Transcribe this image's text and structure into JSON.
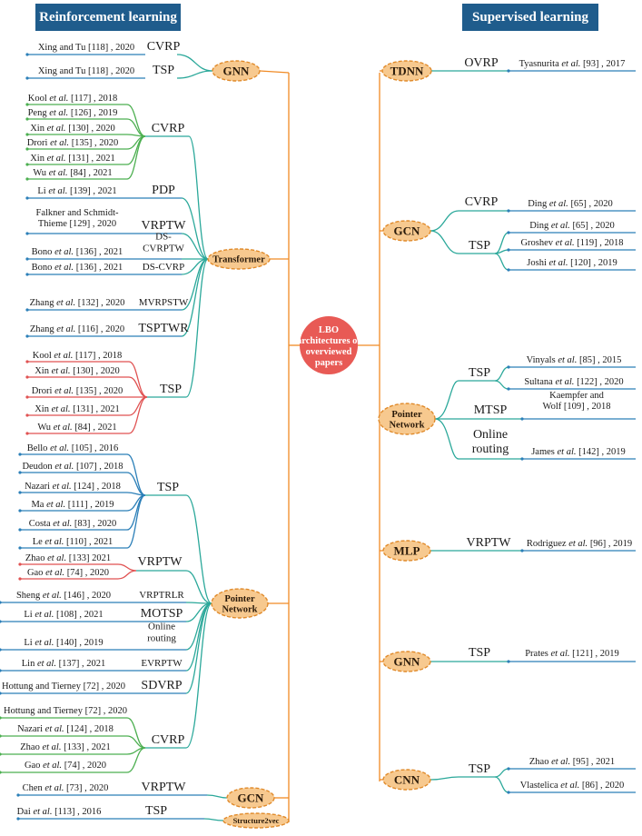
{
  "headers": {
    "left": "Reinforcement learning",
    "right": "Supervised learning"
  },
  "center": {
    "lines": [
      "LBO",
      "architectures of",
      "overviewed",
      "papers"
    ]
  },
  "colors": {
    "orange": "#f08a24",
    "node_fill": "#f7c98f",
    "node_stroke": "#e08a2a",
    "blue": "#2b7fb8",
    "green": "#4caf50",
    "red": "#e05252",
    "teal": "#2ba89a",
    "header": "#1f5c8c",
    "center": "#e85a55"
  },
  "nodes": [
    {
      "id": "gnn_l",
      "label": "GNN"
    },
    {
      "id": "transformer",
      "label": "Transformer"
    },
    {
      "id": "pointer_l",
      "label": "Pointer Network"
    },
    {
      "id": "gcn_l",
      "label": "GCN"
    },
    {
      "id": "s2v",
      "label": "Structure2vec"
    },
    {
      "id": "tdnn",
      "label": "TDNN"
    },
    {
      "id": "gcn_r",
      "label": "GCN"
    },
    {
      "id": "pointer_r",
      "label": "Pointer Network"
    },
    {
      "id": "mlp",
      "label": "MLP"
    },
    {
      "id": "gnn_r",
      "label": "GNN"
    },
    {
      "id": "cnn",
      "label": "CNN"
    }
  ],
  "problems": [
    "CVRP",
    "TSP",
    "CVRP",
    "PDP",
    "VRPTW",
    "DS-CVRPTW",
    "DS-CVRP",
    "MVRPSTW",
    "TSPTWR",
    "TSP",
    "TSP",
    "VRPTW",
    "VRPTRLR",
    "MOTSP",
    "Online routing",
    "EVRPTW",
    "SDVRP",
    "CVRP",
    "VRPTW",
    "TSP",
    "OVRP",
    "CVRP",
    "TSP",
    "TSP",
    "MTSP",
    "Online routing",
    "VRPTW",
    "TSP",
    "TSP"
  ],
  "papers_left": [
    "Xing and Tu [118] , 2020",
    "Xing and Tu [118] , 2020",
    "Kool et al. [117] , 2018",
    "Peng et al. [126] , 2019",
    "Xin et al. [130] , 2020",
    "Drori et al. [135] , 2020",
    "Xin et al. [131] , 2021",
    "Wu et al. [84] , 2021",
    "Li et al. [139] , 2021",
    "Falkner and Schmidt-Thieme [129] , 2020",
    "Bono et al. [136] , 2021",
    "Bono et al. [136] , 2021",
    "Zhang et al. [132] , 2020",
    "Zhang et al. [116] , 2020",
    "Kool et al. [117] , 2018",
    "Xin et al. [130] , 2020",
    "Drori et al. [135] , 2020",
    "Xin et al. [131] , 2021",
    "Wu et al. [84] , 2021",
    "Bello et al. [105] , 2016",
    "Deudon et al. [107] , 2018",
    "Nazari et al. [124] , 2018",
    "Ma et al. [111] , 2019",
    "Costa et al. [83] , 2020",
    "Le et al. [110] , 2021",
    "Zhao et al. [133] 2021",
    "Gao et al. [74] , 2020",
    "Sheng et al. [146] , 2020",
    "Li et al. [108] , 2021",
    "Li et al. [140] , 2019",
    "Lin et al. [137] , 2021",
    "Hottung and Tierney [72] , 2020",
    "Hottung and Tierney [72] , 2020",
    "Nazari et al. [124] , 2018",
    "Zhao et al. [133] , 2021",
    "Gao et al. [74] , 2020",
    "Chen et al. [73] , 2020",
    "Dai et al. [113] , 2016"
  ],
  "papers_right": [
    "Tyasnurita et al. [93] , 2017",
    "Ding et al. [65] , 2020",
    "Ding et al. [65] , 2020",
    "Groshev et al. [119] , 2018",
    "Joshi et al. [120] , 2019",
    "Vinyals et al. [85] , 2015",
    "Sultana et al. [122] , 2020",
    "Kaempfer and Wolf [109] , 2018",
    "James et al. [142] , 2019",
    "Rodriguez et al. [96] , 2019",
    "Prates et al. [121] , 2019",
    "Zhao et al. [95] , 2021",
    "Vlastelica et al. [86] , 2020"
  ]
}
